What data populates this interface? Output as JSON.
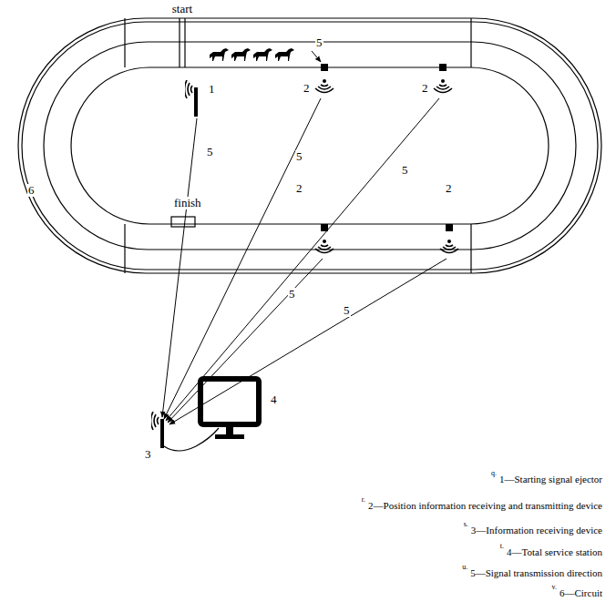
{
  "diagram": {
    "labels": [
      "start",
      "5",
      "1",
      "2",
      "2",
      "5",
      "5",
      "5",
      "finish",
      "6",
      "2",
      "2",
      "5",
      "5",
      "3",
      "4",
      "q.",
      "1—Starting signal ejector",
      "r.",
      "2—Position information receiving and transmitting device",
      "s.",
      "3—Information receiving device",
      "t.",
      "4—Total service station",
      "u.",
      "5—Signal transmission direction",
      "v.",
      "6—Circuit"
    ]
  }
}
